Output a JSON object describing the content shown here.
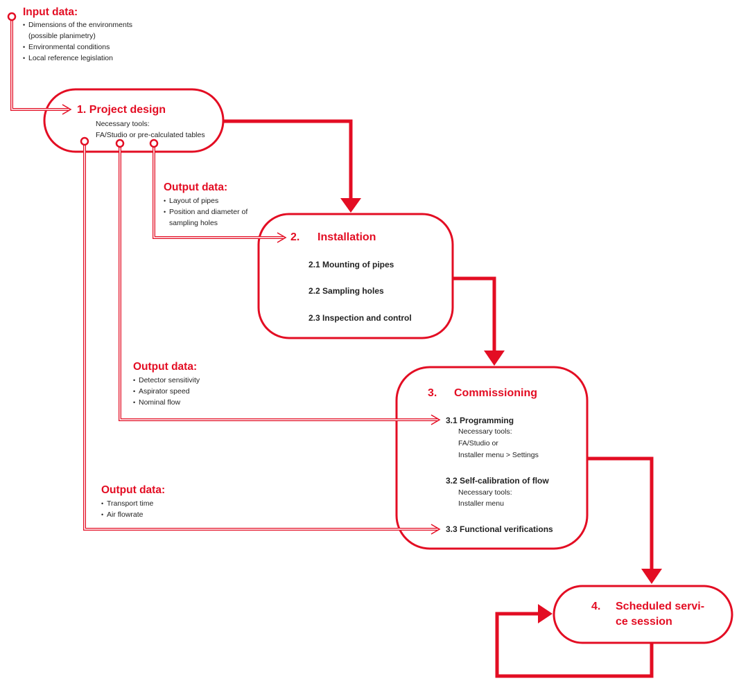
{
  "input": {
    "title": "Input data:",
    "items": [
      "Dimensions of the environments",
      "(possible planimetry)",
      "Environmental conditions",
      "Local reference legislation"
    ]
  },
  "step1": {
    "number": "1.",
    "title": "Project design",
    "tools_label": "Necessary tools:",
    "tools_value": "FA/Studio or pre-calculated tables"
  },
  "output1": {
    "title": "Output data:",
    "items": [
      "Layout of pipes",
      "Position and diameter of",
      "sampling holes"
    ]
  },
  "step2": {
    "number": "2.",
    "title": "Installation",
    "subs": [
      "2.1  Mounting of pipes",
      "2.2  Sampling holes",
      "2.3  Inspection and control"
    ]
  },
  "output2": {
    "title": "Output data:",
    "items": [
      "Detector sensitivity",
      "Aspirator speed",
      "Nominal flow"
    ]
  },
  "step3": {
    "number": "3.",
    "title": "Commissioning",
    "sub1": {
      "title": "3.1  Programming",
      "lines": [
        "Necessary tools:",
        "FA/Studio or",
        "Installer menu > Settings"
      ]
    },
    "sub2": {
      "title": "3.2  Self-calibration of flow",
      "lines": [
        "Necessary tools:",
        "Installer menu"
      ]
    },
    "sub3": {
      "title": "3.3  Functional verifications"
    }
  },
  "output3": {
    "title": "Output data:",
    "items": [
      "Transport time",
      "Air flowrate"
    ]
  },
  "step4": {
    "number": "4.",
    "title_line1": "Scheduled servi-",
    "title_line2": "ce session"
  },
  "colors": {
    "accent": "#e30d23",
    "text": "#222222"
  }
}
